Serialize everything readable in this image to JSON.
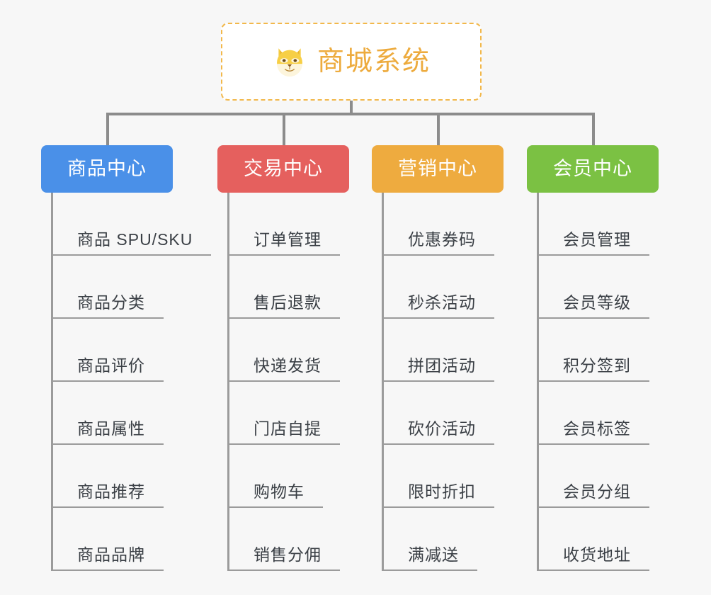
{
  "page": {
    "background_color": "#f7f7f7",
    "line_color": "#8c8c8c"
  },
  "root": {
    "title": "商城系统",
    "icon": "shiba-dog-icon",
    "text_color": "#edab3e",
    "border_color": "#f2b84b",
    "background_color": "#ffffff"
  },
  "categories": [
    {
      "label": "商品中心",
      "color": "#4a90e8",
      "items": [
        "商品 SPU/SKU",
        "商品分类",
        "商品评价",
        "商品属性",
        "商品推荐",
        "商品品牌"
      ]
    },
    {
      "label": "交易中心",
      "color": "#e5605e",
      "items": [
        "订单管理",
        "售后退款",
        "快递发货",
        "门店自提",
        "购物车",
        "销售分佣"
      ]
    },
    {
      "label": "营销中心",
      "color": "#eeab3f",
      "items": [
        "优惠券码",
        "秒杀活动",
        "拼团活动",
        "砍价活动",
        "限时折扣",
        "满减送"
      ]
    },
    {
      "label": "会员中心",
      "color": "#7bc143",
      "items": [
        "会员管理",
        "会员等级",
        "积分签到",
        "会员标签",
        "会员分组",
        "收货地址"
      ]
    }
  ]
}
